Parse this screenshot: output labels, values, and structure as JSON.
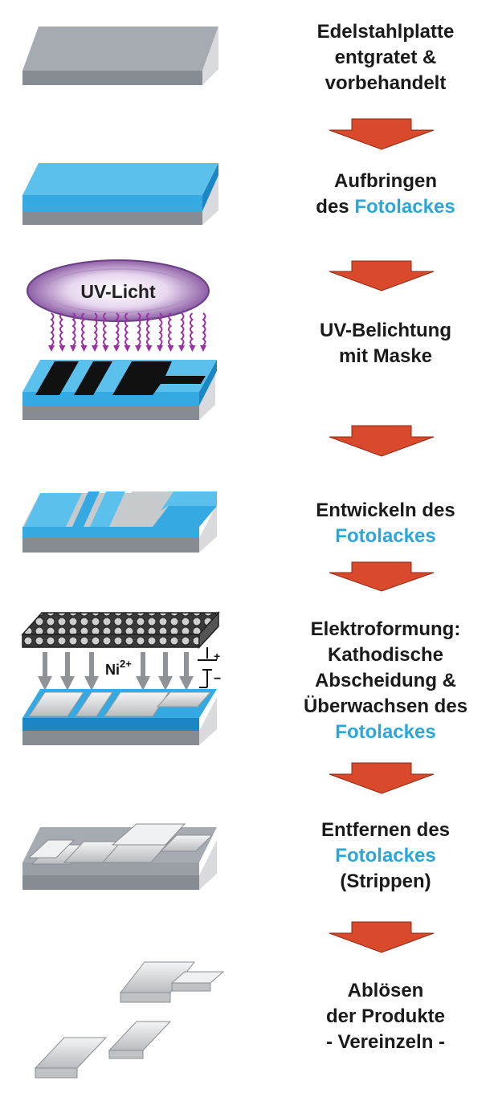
{
  "colors": {
    "steel_top": "#a6abb2",
    "steel_front": "#878c93",
    "steel_side": "#d8dadd",
    "resist": "#35a9e1",
    "resist_dark": "#1c86c4",
    "mask": "#111111",
    "arrow": "#d94a2c",
    "uv": "#9b2fa3",
    "nickel": "#d6d8da",
    "text_highlight": "#2aa6d9"
  },
  "icons": {
    "flow_arrow": "red-down-arrow-icon",
    "uv_ray": "wavy-arrow-icon",
    "power": "power-supply-icon"
  },
  "steps": [
    {
      "lines": [
        [
          {
            "t": "Edelstahlplatte"
          }
        ],
        [
          {
            "t": "entgratet &"
          }
        ],
        [
          {
            "t": "vorbehandelt"
          }
        ]
      ]
    },
    {
      "lines": [
        [
          {
            "t": "Aufbringen"
          }
        ],
        [
          {
            "t": "des "
          },
          {
            "t": "Fotolackes",
            "hl": true
          }
        ]
      ]
    },
    {
      "lines": [
        [
          {
            "t": "UV-Belichtung"
          }
        ],
        [
          {
            "t": "mit Maske"
          }
        ]
      ]
    },
    {
      "lines": [
        [
          {
            "t": "Entwickeln des"
          }
        ],
        [
          {
            "t": "Fotolackes",
            "hl": true
          }
        ]
      ]
    },
    {
      "lines": [
        [
          {
            "t": "Elektroformung:"
          }
        ],
        [
          {
            "t": "Kathodische"
          }
        ],
        [
          {
            "t": "Abscheidung &"
          }
        ],
        [
          {
            "t": "Überwachsen des"
          }
        ],
        [
          {
            "t": "Fotolackes",
            "hl": true
          }
        ]
      ]
    },
    {
      "lines": [
        [
          {
            "t": "Entfernen des"
          }
        ],
        [
          {
            "t": "Fotolackes",
            "hl": true
          }
        ],
        [
          {
            "t": "(Strippen)"
          }
        ]
      ]
    },
    {
      "lines": [
        [
          {
            "t": "Ablösen"
          }
        ],
        [
          {
            "t": "der Produkte"
          }
        ],
        [
          {
            "t": "- Vereinzeln -"
          }
        ]
      ]
    }
  ],
  "uv_label": "UV-Licht",
  "ion_label": {
    "base": "Ni",
    "sup": "2+"
  },
  "electrode": {
    "plus": "+",
    "minus": "−"
  }
}
